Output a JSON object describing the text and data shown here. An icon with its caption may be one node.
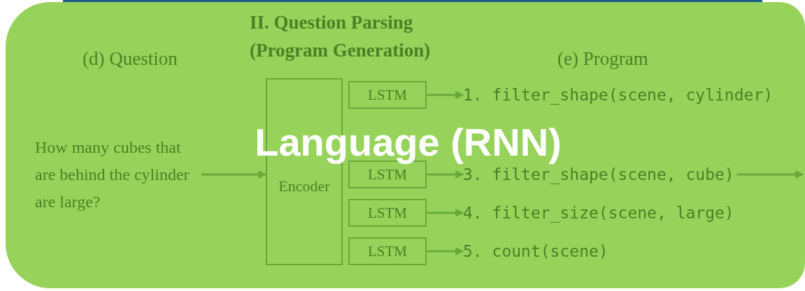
{
  "diagram": {
    "nodes": [
      {
        "text": [
          "Language (RNN)"
        ]
      },
      {
        "text": [
          "How many cubes that are behind the cylinder are large?"
        ],
        "in": 0
      },
      {
        "text": [
          "Encoder"
        ],
        "in": 0
      },
      {
        "text": [
          "LSTM"
        ],
        "in": 0
      },
      {
        "text": [
          "LSTM"
        ],
        "in": 0
      },
      {
        "text": [
          "LSTM"
        ],
        "in": 0
      },
      {
        "text": [
          "LSTM"
        ],
        "in": 0
      },
      {
        "text": [
          "1. filter_shape(scene, cylinder)"
        ],
        "in": 0
      },
      {
        "text": [
          "3. filter_shape(scene, cube)"
        ],
        "in": 0
      },
      {
        "text": [
          "4. filter_size(scene, large)"
        ],
        "in": 0
      },
      {
        "text": [
          "5. count(scene)"
        ],
        "in": 0
      }
    ],
    "edges": [
      {
        "from": 1,
        "to": 2,
        "arrow": "to"
      },
      {
        "from": 3,
        "to": 7,
        "arrow": "to"
      },
      {
        "from": 4,
        "to": 8,
        "arrow": "to"
      },
      {
        "from": 5,
        "to": 9,
        "arrow": "to"
      },
      {
        "from": 6,
        "to": 10,
        "arrow": "to"
      },
      {
        "from": 8,
        "to": null,
        "arrow": "to"
      }
    ],
    "labels": [
      "II. Question Parsing (Program Generation)",
      "(d) Question",
      "(e) Program"
    ]
  }
}
